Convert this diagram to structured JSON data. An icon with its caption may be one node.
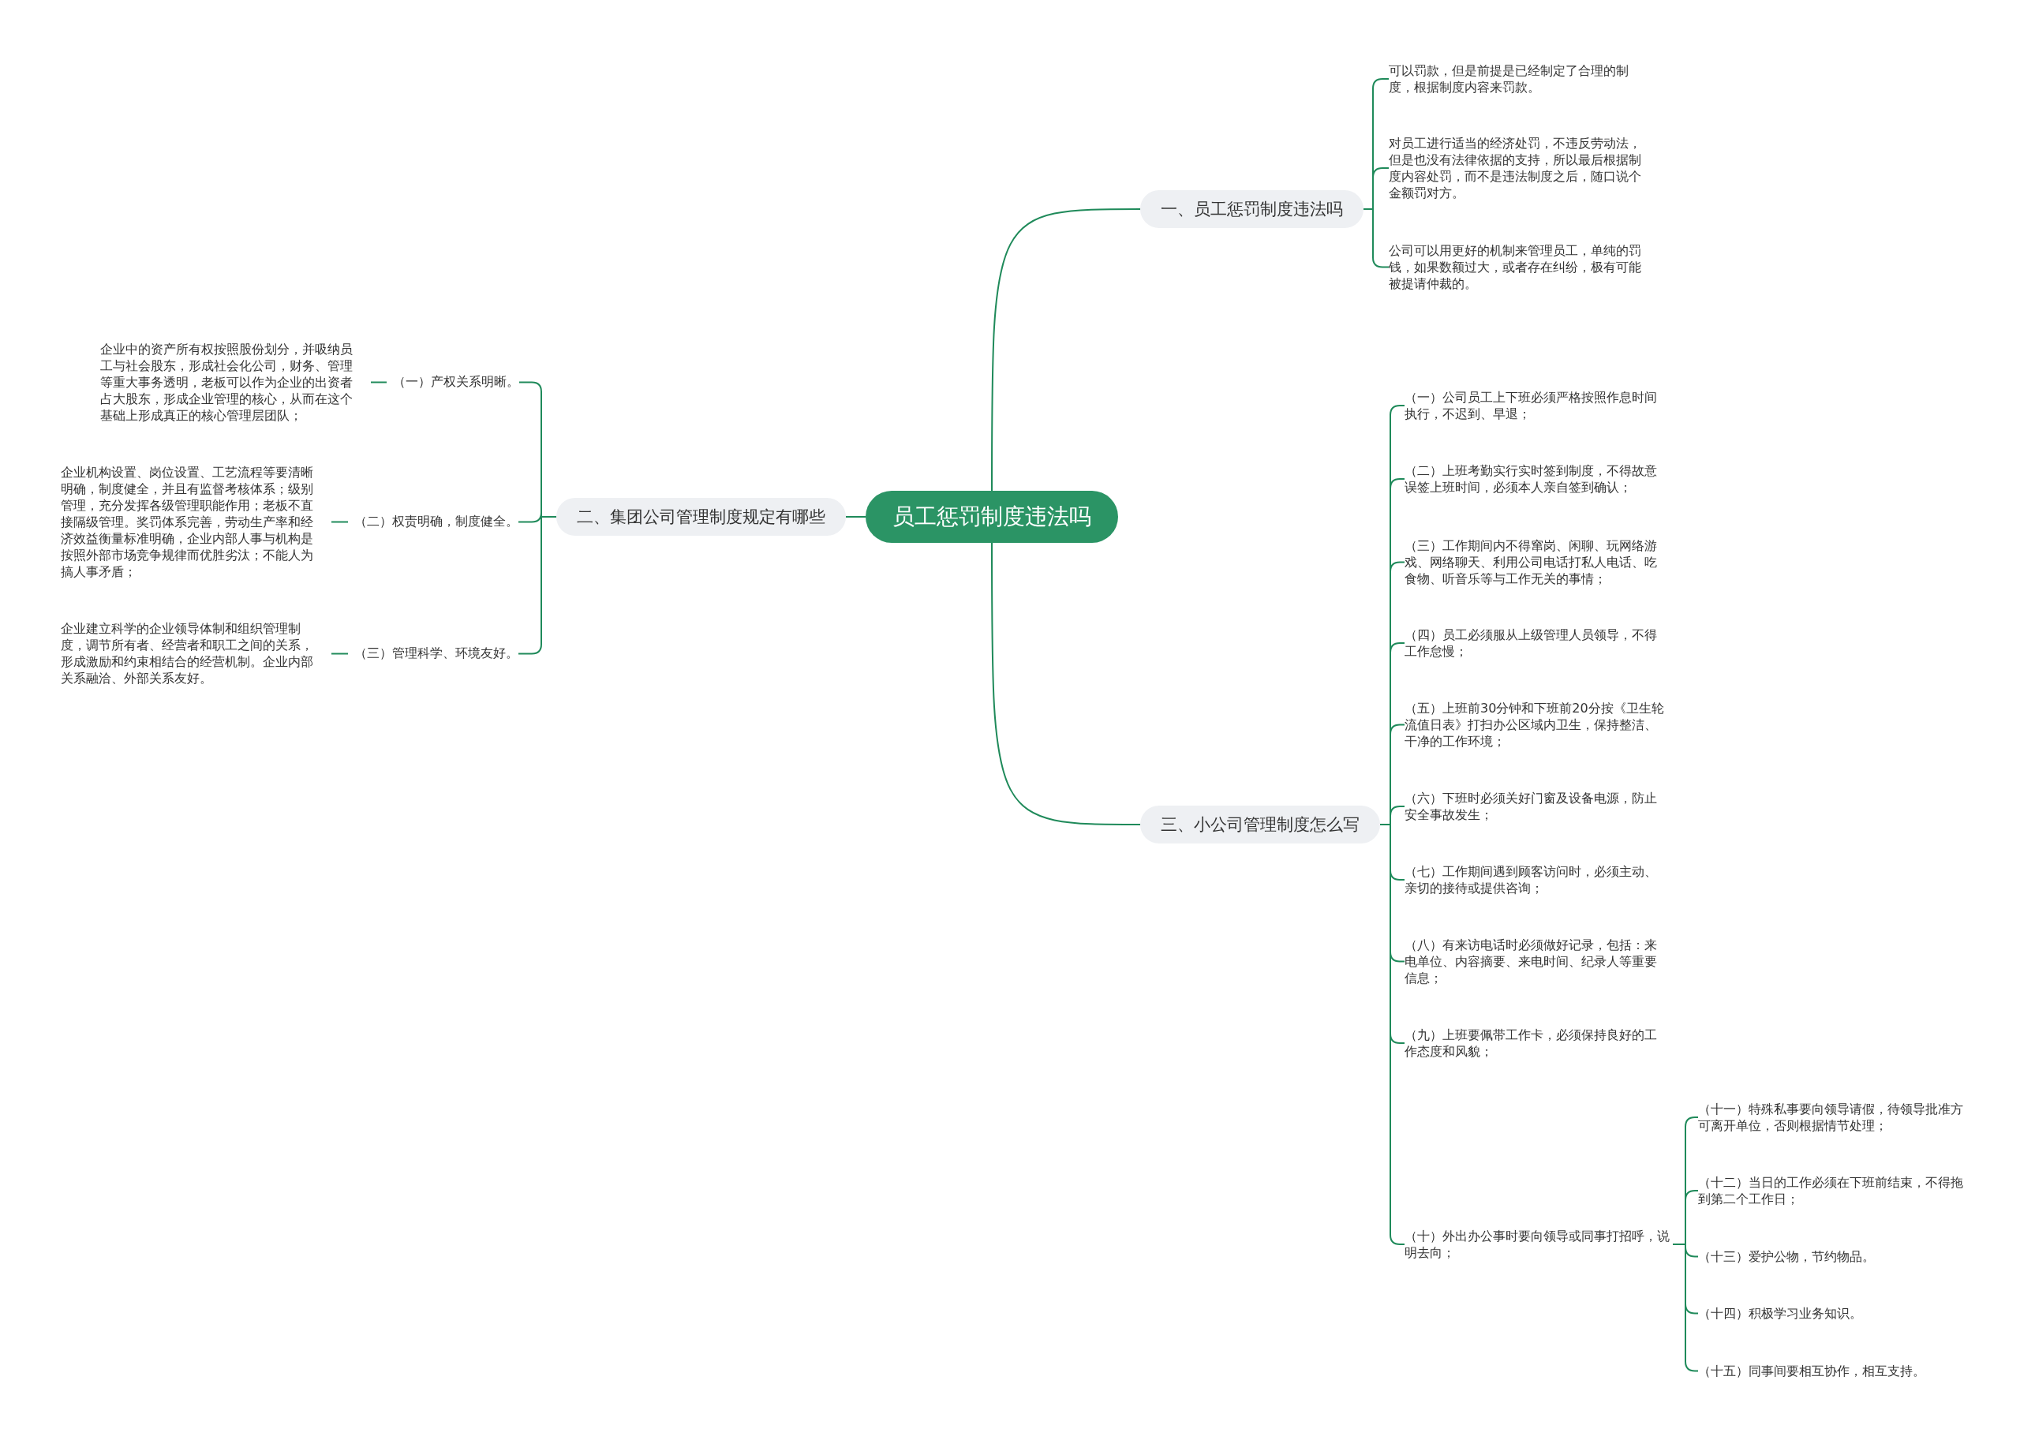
{
  "diagram": {
    "nodes": [
      {
        "text": [
          "员工惩罚制度违法吗"
        ]
      },
      {
        "text": [
          "一、员工惩罚制度违法吗"
        ]
      },
      {
        "text": [
          "可以罚款，但是前提是已经制定了合理的制度，根据制度内容来罚款。"
        ]
      },
      {
        "text": [
          "对员工进行适当的经济处罚，不违反劳动法，但是也没有法律依据的支持，所以最后根据制度内容处罚，而不是违法制度之后，随口说个金额罚对方。"
        ]
      },
      {
        "text": [
          "公司可以用更好的机制来管理员工，单纯的罚钱，如果数额过大，或者存在纠纷，极有可能被提请仲裁的。"
        ]
      },
      {
        "text": [
          "二、集团公司管理制度规定有哪些"
        ]
      },
      {
        "text": [
          "（一）产权关系明晰。"
        ]
      },
      {
        "text": [
          "企业中的资产所有权按照股份划分，并吸纳员工与社会股东，形成社会化公司，财务、管理等重大事务透明，老板可以作为企业的出资者占大股东，形成企业管理的核心，从而在这个基础上形成真正的核心管理层团队；"
        ]
      },
      {
        "text": [
          "（二）权责明确，制度健全。"
        ]
      },
      {
        "text": [
          "企业机构设置、岗位设置、工艺流程等要清晰明确，制度健全，并且有监督考核体系；级别管理，充分发挥各级管理职能作用；老板不直接隔级管理。奖罚体系完善，劳动生产率和经济效益衡量标准明确，企业内部人事与机构是按照外部市场竞争规律而优胜劣汰；不能人为搞人事矛盾；"
        ]
      },
      {
        "text": [
          "（三）管理科学、环境友好。"
        ]
      },
      {
        "text": [
          "企业建立科学的企业领导体制和组织管理制度，调节所有者、经营者和职工之间的关系，形成激励和约束相结合的经营机制。企业内部关系融洽、外部关系友好。"
        ]
      },
      {
        "text": [
          "三、小公司管理制度怎么写"
        ]
      },
      {
        "text": [
          "（一）公司员工上下班必须严格按照作息时间执行，不迟到、早退；"
        ]
      },
      {
        "text": [
          "（二）上班考勤实行实时签到制度，不得故意误签上班时间，必须本人亲自签到确认；"
        ]
      },
      {
        "text": [
          "（三）工作期间内不得窜岗、闲聊、玩网络游戏、网络聊天、利用公司电话打私人电话、吃食物、听音乐等与工作无关的事情；"
        ]
      },
      {
        "text": [
          "（四）员工必须服从上级管理人员领导，不得工作怠慢；"
        ]
      },
      {
        "text": [
          "（五）上班前30分钟和下班前20分按《卫生轮流值日表》打扫办公区域内卫生，保持整洁、干净的工作环境；"
        ]
      },
      {
        "text": [
          "（六）下班时必须关好门窗及设备电源，防止安全事故发生；"
        ]
      },
      {
        "text": [
          "（七）工作期间遇到顾客访问时，必须主动、亲切的接待或提供咨询；"
        ]
      },
      {
        "text": [
          "（八）有来访电话时必须做好记录，包括：来电单位、内容摘要、来电时间、纪录人等重要信息；"
        ]
      },
      {
        "text": [
          "（九）上班要佩带工作卡，必须保持良好的工作态度和风貌；"
        ]
      },
      {
        "text": [
          "（十）外出办公事时要向领导或同事打招呼，说明去向；"
        ]
      },
      {
        "text": [
          "（十一）特殊私事要向领导请假，待领导批准方可离开单位，否则根据情节处理；"
        ]
      },
      {
        "text": [
          "（十二）当日的工作必须在下班前结束，不得拖到第二个工作日；"
        ]
      },
      {
        "text": [
          "（十三）爱护公物，节约物品。"
        ]
      },
      {
        "text": [
          "（十四）积极学习业务知识。"
        ]
      },
      {
        "text": [
          "（十五）同事间要相互协作，相互支持。"
        ]
      }
    ],
    "edges": [
      {
        "from": 0,
        "to": 1,
        "arrow": "none"
      },
      {
        "from": 1,
        "to": 2,
        "arrow": "none"
      },
      {
        "from": 1,
        "to": 3,
        "arrow": "none"
      },
      {
        "from": 1,
        "to": 4,
        "arrow": "none"
      },
      {
        "from": 0,
        "to": 5,
        "arrow": "none"
      },
      {
        "from": 5,
        "to": 6,
        "arrow": "none"
      },
      {
        "from": 6,
        "to": 7,
        "arrow": "none"
      },
      {
        "from": 5,
        "to": 8,
        "arrow": "none"
      },
      {
        "from": 8,
        "to": 9,
        "arrow": "none"
      },
      {
        "from": 5,
        "to": 10,
        "arrow": "none"
      },
      {
        "from": 10,
        "to": 11,
        "arrow": "none"
      },
      {
        "from": 0,
        "to": 12,
        "arrow": "none"
      },
      {
        "from": 12,
        "to": 13,
        "arrow": "none"
      },
      {
        "from": 12,
        "to": 14,
        "arrow": "none"
      },
      {
        "from": 12,
        "to": 15,
        "arrow": "none"
      },
      {
        "from": 12,
        "to": 16,
        "arrow": "none"
      },
      {
        "from": 12,
        "to": 17,
        "arrow": "none"
      },
      {
        "from": 12,
        "to": 18,
        "arrow": "none"
      },
      {
        "from": 12,
        "to": 19,
        "arrow": "none"
      },
      {
        "from": 12,
        "to": 20,
        "arrow": "none"
      },
      {
        "from": 12,
        "to": 21,
        "arrow": "none"
      },
      {
        "from": 12,
        "to": 22,
        "arrow": "none"
      },
      {
        "from": 22,
        "to": 23,
        "arrow": "none"
      },
      {
        "from": 22,
        "to": 24,
        "arrow": "none"
      },
      {
        "from": 22,
        "to": 25,
        "arrow": "none"
      },
      {
        "from": 22,
        "to": 26,
        "arrow": "none"
      },
      {
        "from": 22,
        "to": 27,
        "arrow": "none"
      }
    ]
  }
}
